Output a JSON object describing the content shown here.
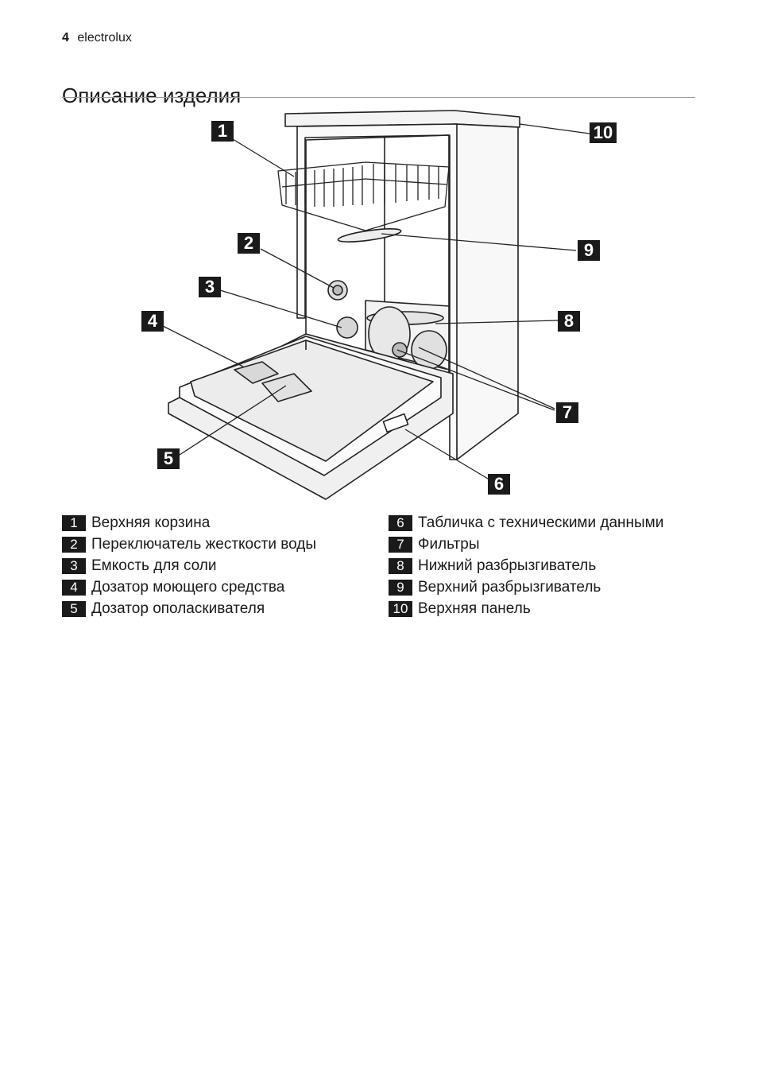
{
  "header": {
    "page_number": "4",
    "brand": "electrolux"
  },
  "title": "Описание изделия",
  "callouts": [
    "1",
    "2",
    "3",
    "4",
    "5",
    "6",
    "7",
    "8",
    "9",
    "10"
  ],
  "legend_left": [
    {
      "num": "1",
      "label": "Верхняя корзина"
    },
    {
      "num": "2",
      "label": "Переключатель жесткости воды"
    },
    {
      "num": "3",
      "label": "Емкость для соли"
    },
    {
      "num": "4",
      "label": "Дозатор моющего средства"
    },
    {
      "num": "5",
      "label": "Дозатор ополаскивателя"
    }
  ],
  "legend_right": [
    {
      "num": "6",
      "label": "Табличка с техническими данными"
    },
    {
      "num": "7",
      "label": "Фильтры"
    },
    {
      "num": "8",
      "label": "Нижний разбрызгиватель"
    },
    {
      "num": "9",
      "label": "Верхний разбрызгиватель"
    },
    {
      "num": "10",
      "label": "Верхняя панель"
    }
  ]
}
